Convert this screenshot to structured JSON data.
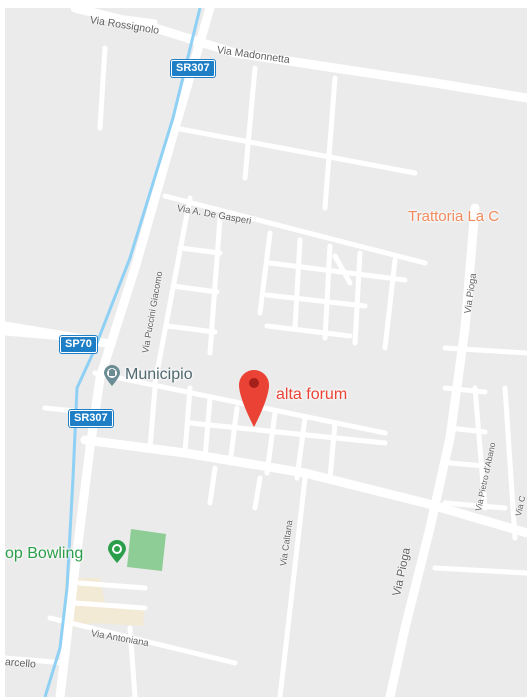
{
  "streets": {
    "via_rossignolo": "Via Rossignolo",
    "via_madonnetta": "Via Madonnetta",
    "via_de_gasperi": "Via A. De Gasperi",
    "via_puccini": "Via Puccini Giacomo",
    "via_pioga_north": "Via Pioga",
    "via_pioga_south": "Via Pioga",
    "via_pietro_abano": "Via Pietro d'Abano",
    "via_caltana": "Via Caltana",
    "via_antoniana": "Via Antoniana",
    "via_marcello_partial": "arcello",
    "via_edge_partial": "Via C"
  },
  "road_shields": {
    "sr307_north": "SR307",
    "sp70": "SP70",
    "sr307_south": "SR307"
  },
  "places": {
    "trattoria": "Trattoria La C",
    "municipio": "Municipio",
    "bowling": "op Bowling",
    "selected": "alta forum"
  },
  "colors": {
    "land": "#ebebeb",
    "road": "#ffffff",
    "water": "#8fd0f5",
    "park": "#8fcd96",
    "sand": "#f3ead6",
    "shield": "#1e7fc6",
    "marker": "#ea4335",
    "restaurant": "#f08a5d",
    "municipio_icon": "#6b8c95",
    "bowling_green": "#2a9e4a"
  },
  "icons": {
    "marker": "map-pin-icon",
    "municipio": "municipio-icon",
    "bowling": "bowling-icon"
  }
}
